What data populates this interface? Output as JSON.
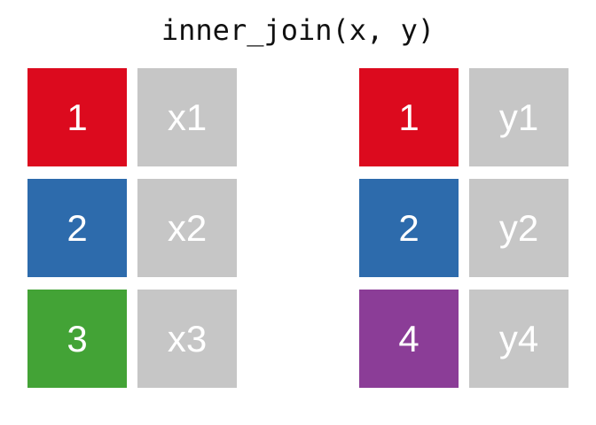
{
  "title": "inner_join(x, y)",
  "colors": {
    "background": "#ffffff",
    "title_text": "#111111",
    "cell_text": "#ffffff",
    "value_cell_bg": "#c6c6c6",
    "key_red": "#dc0a1e",
    "key_blue": "#2d6bac",
    "key_green": "#43a336",
    "key_purple": "#8b3d97"
  },
  "tables": {
    "x": {
      "rows": [
        {
          "key": "1",
          "key_color": "#dc0a1e",
          "value": "x1"
        },
        {
          "key": "2",
          "key_color": "#2d6bac",
          "value": "x2"
        },
        {
          "key": "3",
          "key_color": "#43a336",
          "value": "x3"
        }
      ]
    },
    "y": {
      "rows": [
        {
          "key": "1",
          "key_color": "#dc0a1e",
          "value": "y1"
        },
        {
          "key": "2",
          "key_color": "#2d6bac",
          "value": "y2"
        },
        {
          "key": "4",
          "key_color": "#8b3d97",
          "value": "y4"
        }
      ]
    }
  }
}
